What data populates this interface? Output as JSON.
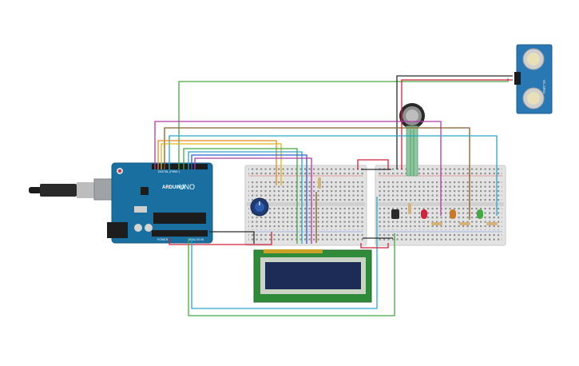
{
  "arduino": {
    "brand": "UNO",
    "logo_text": "ARDUINO",
    "digital_label": "DIGITAL (PWM~)",
    "analog_label": "ANALOG IN",
    "power_label": "POWER"
  },
  "ultrasonic": {
    "label": "HC-SR04"
  },
  "colors": {
    "board": "#1a6fa1",
    "breadboard": "#e6e6e6",
    "lcd_screen": "#1d2b57",
    "lcd_pcb": "#2f8a3a",
    "sonar_pcb": "#2a78b3",
    "wire_green": "#46a845",
    "wire_red": "#d1223b",
    "wire_black": "#2b2b2b",
    "wire_purple": "#b03aa8",
    "wire_orange": "#e58a1f",
    "wire_yellow": "#e2b51b",
    "wire_blue": "#2d5fd0",
    "wire_teal": "#2aa7c9",
    "wire_brown": "#8a5a2b"
  },
  "icons": [
    "usb-cable-icon",
    "potentiometer-icon",
    "force-sensor-icon",
    "led-icon",
    "resistor-icon",
    "temperature-sensor-icon"
  ]
}
